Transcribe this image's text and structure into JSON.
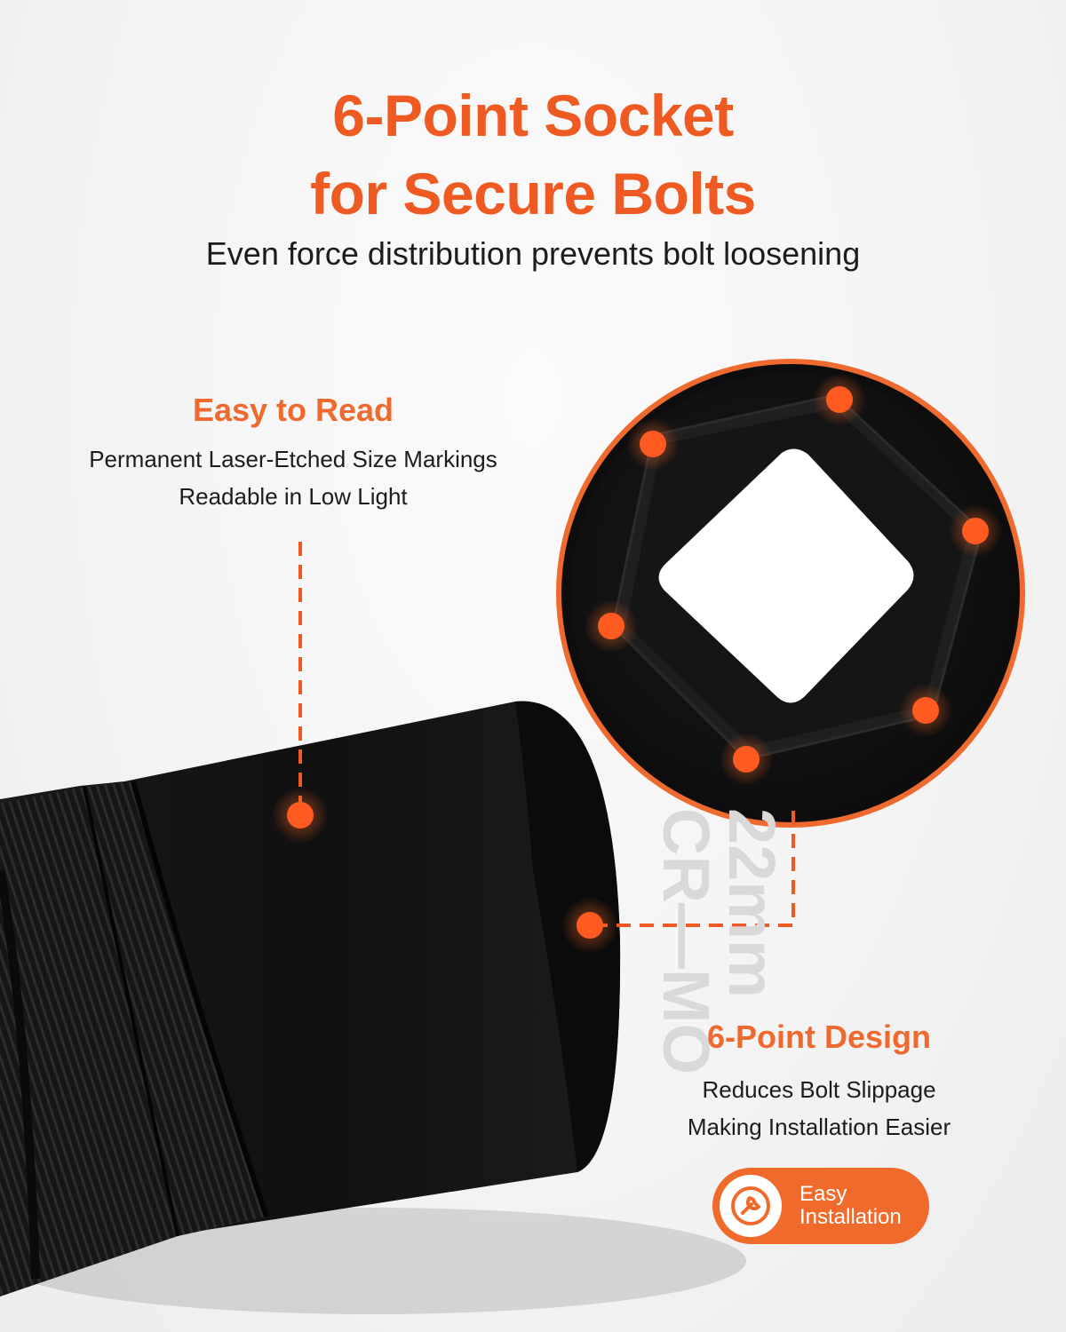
{
  "header": {
    "title_line1": "6-Point Socket",
    "title_line2": "for Secure Bolts",
    "subtitle": "Even force distribution prevents bolt loosening"
  },
  "feature_read": {
    "title": "Easy to Read",
    "line1": "Permanent Laser-Etched Size Markings",
    "line2": "Readable in Low Light"
  },
  "socket": {
    "size_marking": "22mm",
    "material_marking": "CR—MO"
  },
  "feature_design": {
    "title": "6-Point Design",
    "line1": "Reduces Bolt Slippage",
    "line2": "Making Installation Easier"
  },
  "badge": {
    "line1": "Easy",
    "line2": "Installation",
    "icon": "wrench-icon"
  },
  "colors": {
    "accent": "#ee5a22",
    "socket_black": "#111111",
    "text_dark": "#1c1c1c"
  }
}
